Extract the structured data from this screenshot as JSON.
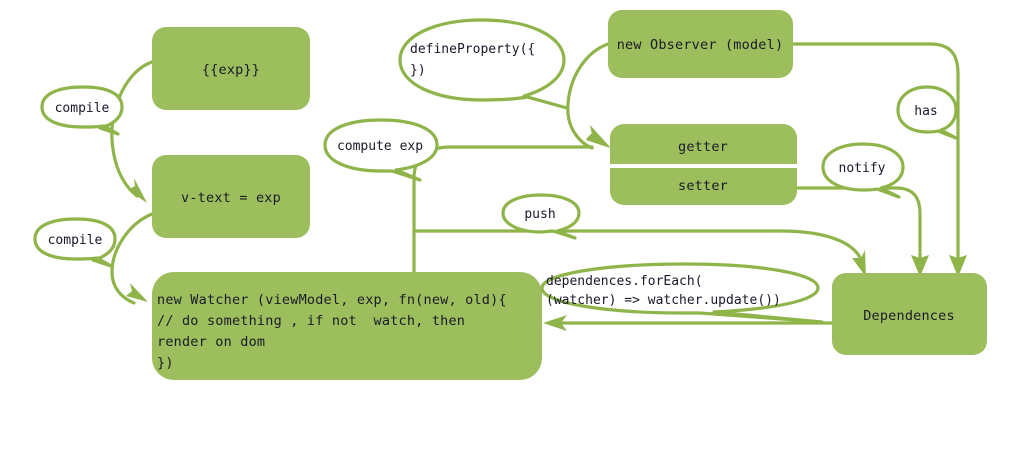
{
  "diagram": {
    "title": "Vue reactivity data flow diagram",
    "colors": {
      "node_fill": "#9cbe5c",
      "edge_stroke": "#8fb44a",
      "bubble_fill": "#ffffff",
      "text": "#19192b",
      "background": "#ffffff",
      "divider": "#ffffff"
    },
    "nodes": [
      {
        "id": "exp",
        "label": "{{exp}}"
      },
      {
        "id": "vtext",
        "label": "v-text = exp"
      },
      {
        "id": "observer",
        "label": "new Observer (model)"
      },
      {
        "id": "getter",
        "label": "getter"
      },
      {
        "id": "setter",
        "label": "setter"
      },
      {
        "id": "dependences",
        "label": "Dependences"
      }
    ],
    "watcher_node": {
      "id": "watcher",
      "lines": [
        "new Watcher (viewModel, exp, fn(new, old){",
        "// do something , if not  watch, then",
        "render on dom",
        "})"
      ]
    },
    "edge_labels": [
      {
        "id": "compile-top",
        "text": "compile"
      },
      {
        "id": "compile-bottom",
        "text": "compile"
      },
      {
        "id": "define-property",
        "line1": "defineProperty({",
        "line2": "})"
      },
      {
        "id": "compute-exp",
        "text": "compute exp"
      },
      {
        "id": "push",
        "text": "push"
      },
      {
        "id": "has",
        "text": "has"
      },
      {
        "id": "notify",
        "text": "notify"
      },
      {
        "id": "for-each",
        "line1": "dependences.forEach(",
        "line2": "(watcher) => watcher.update())"
      }
    ]
  }
}
